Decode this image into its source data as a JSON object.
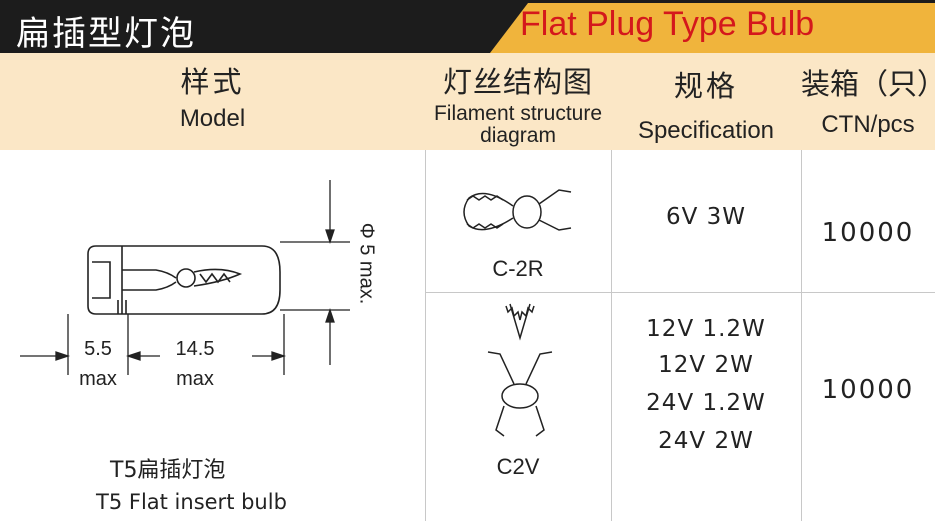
{
  "banner": {
    "title_cn": "扁插型灯泡",
    "title_en": "Flat Plug Type Bulb",
    "colors": {
      "dark": "#1c1c1c",
      "accent": "#f0b43c",
      "title_en": "#d4181c",
      "header_bg": "#fbe7c6"
    }
  },
  "columns": [
    {
      "cn": "样式",
      "en": "Model"
    },
    {
      "cn": "灯丝结构图",
      "en_line1": "Filament structure",
      "en_line2": "diagram"
    },
    {
      "cn": "规格",
      "en": "Specification"
    },
    {
      "cn": "装箱（只）",
      "en": "CTN/pcs"
    }
  ],
  "model": {
    "name_cn": "T5扁插灯泡",
    "name_en": "T5 Flat insert bulb",
    "dimensions": {
      "diameter": "Φ 5 max.",
      "base_len": "5.5",
      "base_max": "max",
      "body_len": "14.5",
      "body_max": "max"
    }
  },
  "rows": [
    {
      "filament": "C-2R",
      "filament_icon": "c-2r-filament-icon",
      "specs": [
        "6V 3W"
      ],
      "ctn": "10000"
    },
    {
      "filament": "C2V",
      "filament_icon": "c2v-filament-icon",
      "specs": [
        "12V 1.2W",
        "12V 2W",
        "24V 1.2W",
        "24V 2W"
      ],
      "ctn": "10000"
    }
  ]
}
